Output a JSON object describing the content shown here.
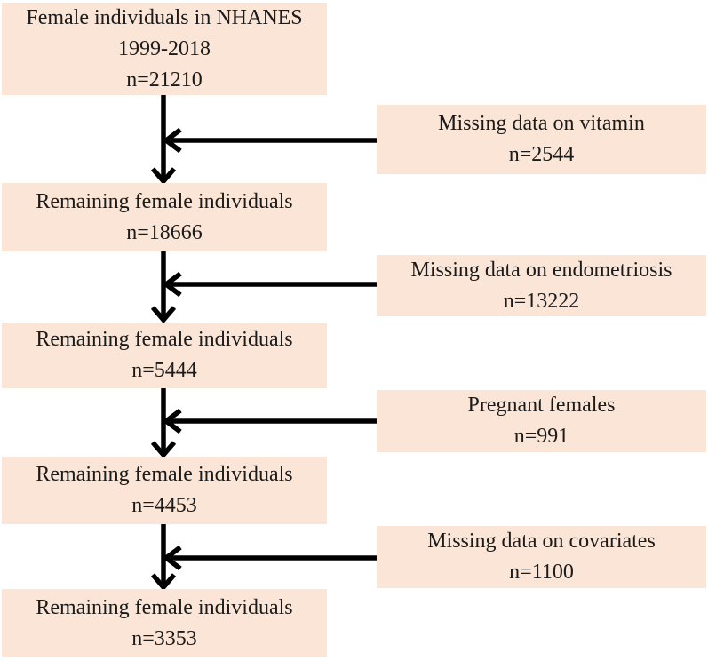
{
  "palette": {
    "box_fill": "#fbe5d6",
    "text_color": "#1b1b1b",
    "arrow_color": "#000000",
    "background": "#ffffff"
  },
  "flow": {
    "steps": [
      {
        "id": "initial",
        "lines": [
          "Female individuals in NHANES",
          "1999-2018",
          "n=21210"
        ]
      },
      {
        "id": "after-vitamin",
        "lines": [
          "Remaining female individuals",
          "n=18666"
        ]
      },
      {
        "id": "after-endometriosis",
        "lines": [
          "Remaining female individuals",
          "n=5444"
        ]
      },
      {
        "id": "after-pregnancy",
        "lines": [
          "Remaining female individuals",
          "n=4453"
        ]
      },
      {
        "id": "final",
        "lines": [
          "Remaining female individuals",
          "n=3353"
        ]
      }
    ],
    "exclusions": [
      {
        "id": "missing-vitamin",
        "lines": [
          "Missing data on vitamin",
          "n=2544"
        ]
      },
      {
        "id": "missing-endometriosis",
        "lines": [
          "Missing data on endometriosis",
          "n=13222"
        ]
      },
      {
        "id": "pregnant-females",
        "lines": [
          "Pregnant females",
          "n=991"
        ]
      },
      {
        "id": "missing-covariates",
        "lines": [
          "Missing data on covariates",
          "n=1100"
        ]
      }
    ]
  }
}
